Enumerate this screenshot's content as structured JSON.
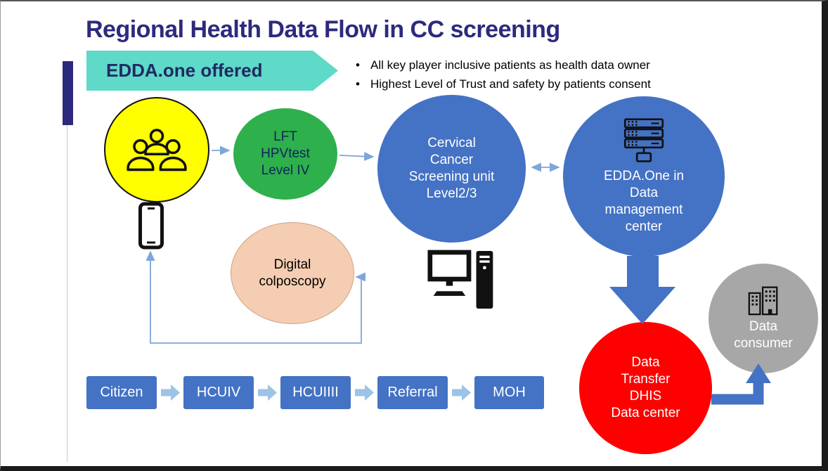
{
  "title": "Regional Health Data Flow in CC screening",
  "banner": {
    "label": "EDDA.one offered"
  },
  "bullets": [
    "All key player inclusive patients as health data owner",
    "Highest Level of Trust and safety by patients consent"
  ],
  "nodes": {
    "patients": {
      "icon": "people-icon"
    },
    "lft": {
      "label": "LFT\nHPVtest\nLevel IV"
    },
    "screening": {
      "label": "Cervical\nCancer\nScreening unit\nLevel2/3"
    },
    "edda": {
      "label": "EDDA.One in\nData\nmanagement\ncenter",
      "icon": "server-rack-icon"
    },
    "colposcopy": {
      "label": "Digital\ncolposcopy"
    },
    "phone": {
      "icon": "smartphone-icon"
    },
    "workstation": {
      "icon": "desktop-computer-icon"
    },
    "dhis": {
      "label": "Data\nTransfer\nDHIS\nData center"
    },
    "consumer": {
      "label": "Data\nconsumer",
      "icon": "buildings-icon"
    }
  },
  "flow_chain": [
    {
      "label": "Citizen"
    },
    {
      "label": "HCUIV"
    },
    {
      "label": "HCUIIII"
    },
    {
      "label": "Referral"
    },
    {
      "label": "MOH"
    }
  ],
  "colors": {
    "title": "#2D2A7D",
    "banner_bg": "#5FD9C8",
    "banner_text": "#1F2A63",
    "node_blue": "#4472C4",
    "node_yellow": "#FFFF00",
    "node_green": "#2EB04C",
    "node_peach": "#F5CDB2",
    "node_red": "#FE0000",
    "node_gray": "#A7A7A7",
    "connector_light": "#7CA6DC",
    "arrow_blue": "#4472C4",
    "chain_arrow": "#9DC3E6"
  }
}
